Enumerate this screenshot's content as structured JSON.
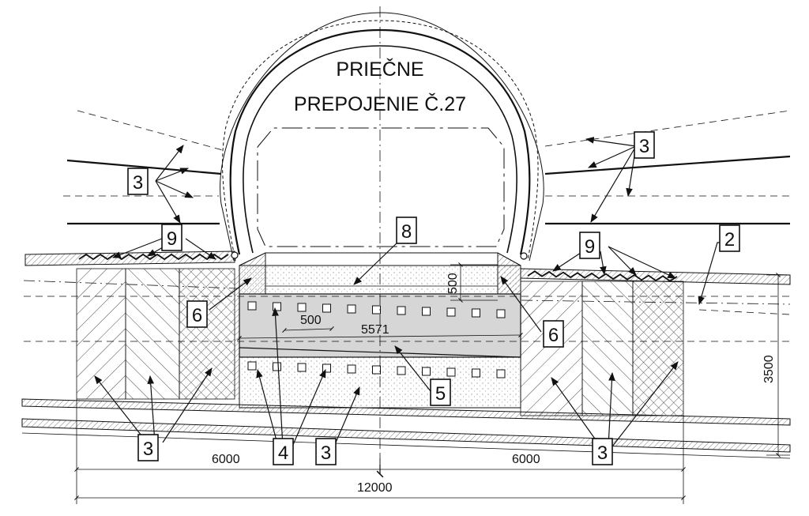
{
  "title": {
    "line1": "PRIEČNE",
    "line2": "PREPOJENIE Č.27"
  },
  "labels": [
    "3",
    "3",
    "9",
    "9",
    "8",
    "2",
    "6",
    "6",
    "5",
    "3",
    "4",
    "3",
    "3"
  ],
  "dimensions": {
    "d500_top": "500",
    "d500_spacing": "500",
    "d5571": "5571",
    "d3500": "3500",
    "d6000_left": "6000",
    "d6000_right": "6000",
    "d12000": "12000"
  }
}
